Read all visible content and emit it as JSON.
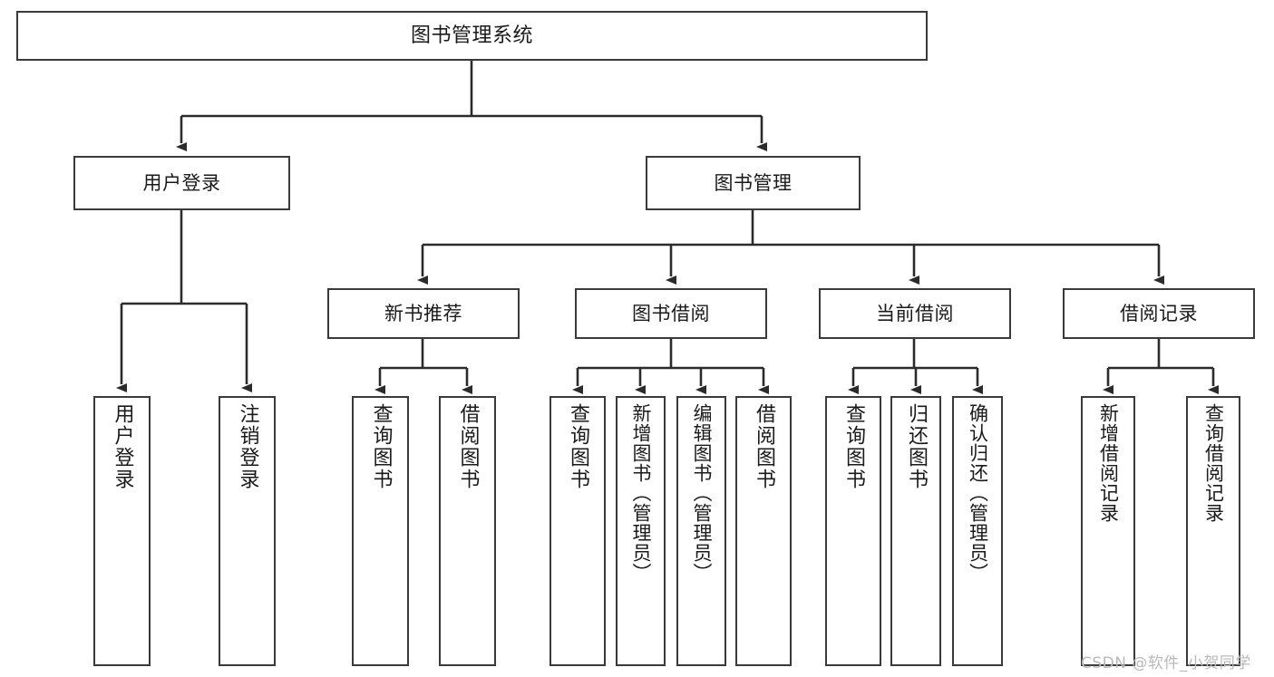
{
  "diagram": {
    "title": "图书管理系统",
    "type": "tree",
    "orientation": "top-down",
    "colors": {
      "node_border": "#3a3a3a",
      "node_fill": "#ffffff",
      "connector": "#2b2b2b",
      "background": "#ffffff",
      "watermark": "#b9b9b9"
    }
  },
  "root": {
    "label": "图书管理系统"
  },
  "level2": [
    {
      "id": "user-login",
      "label": "用户登录"
    },
    {
      "id": "book-management",
      "label": "图书管理"
    }
  ],
  "level3": [
    {
      "id": "new-book-recommend",
      "label": "新书推荐"
    },
    {
      "id": "book-borrow",
      "label": "图书借阅"
    },
    {
      "id": "current-borrow",
      "label": "当前借阅"
    },
    {
      "id": "borrow-record",
      "label": "借阅记录"
    }
  ],
  "leaves": {
    "user_login": [
      {
        "id": "leaf-user-login",
        "label": "用户登录"
      },
      {
        "id": "leaf-logout-login",
        "label": "注销登录"
      }
    ],
    "new_book_recommend": [
      {
        "id": "leaf-query-book-1",
        "label": "查询图书"
      },
      {
        "id": "leaf-borrow-book-1",
        "label": "借阅图书"
      }
    ],
    "book_borrow": [
      {
        "id": "leaf-query-book-2",
        "label": "查询图书"
      },
      {
        "id": "leaf-add-book",
        "label": "新增图书（管理员）"
      },
      {
        "id": "leaf-edit-book",
        "label": "编辑图书（管理员）"
      },
      {
        "id": "leaf-borrow-book-2",
        "label": "借阅图书"
      }
    ],
    "current_borrow": [
      {
        "id": "leaf-query-book-3",
        "label": "查询图书"
      },
      {
        "id": "leaf-return-book",
        "label": "归还图书"
      },
      {
        "id": "leaf-confirm-return",
        "label": "确认归还（管理员）"
      }
    ],
    "borrow_record": [
      {
        "id": "leaf-add-record",
        "label": "新增借阅记录"
      },
      {
        "id": "leaf-query-record",
        "label": "查询借阅记录"
      }
    ]
  },
  "watermark": {
    "text": "CSDN @软件_小贺同学"
  }
}
